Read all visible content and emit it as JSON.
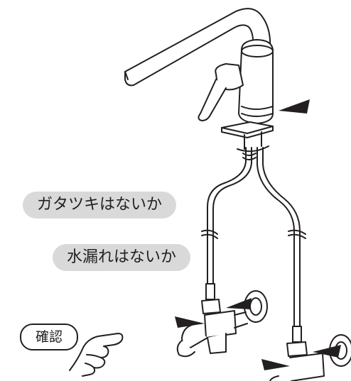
{
  "labels": {
    "rattle_check": "ガタツキはないか",
    "leak_check": "水漏れはないか",
    "confirm": "確認"
  },
  "colors": {
    "line": "#231f20",
    "pill_background": "#d9d9d9",
    "arrow": "#231f20"
  },
  "icons": [
    "faucet-icon",
    "pointing-hand-icon",
    "arrow-icon",
    "stop-valve-icon",
    "supply-hose-icon"
  ]
}
